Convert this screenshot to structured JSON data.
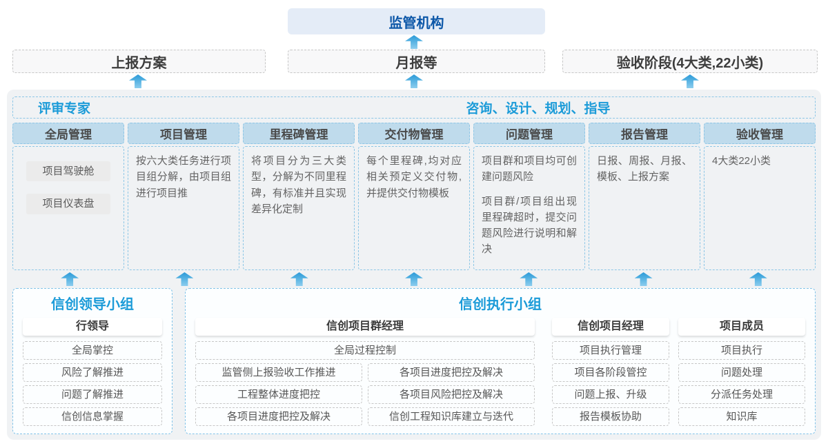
{
  "colors": {
    "accent_blue": "#1b9bd8",
    "dark_blue": "#0c57a8",
    "regulator_bg": "#e4ecf7",
    "column_header_bg": "#bfdbec",
    "blue_dash_border": "#8cc6e6",
    "gray_dash_border": "#c6c6c6",
    "main_panel_bg": "#f0f2f4",
    "arrow_blue": "#2b9ad8"
  },
  "icons": {
    "up_arrow": "up-arrow"
  },
  "top": {
    "regulator_label": "监管机构"
  },
  "reports": [
    "上报方案",
    "月报等",
    "验收阶段(4大类,22小类)"
  ],
  "middle": {
    "left_title": "评审专家",
    "right_title": "咨询、设计、规划、指导",
    "columns": [
      {
        "header": "全局管理",
        "chips": [
          "项目驾驶舱",
          "项目仪表盘"
        ]
      },
      {
        "header": "项目管理",
        "text": "按六大类任务进行项目组分解，由项目组进行项目推"
      },
      {
        "header": "里程碑管理",
        "text": "将项目分为三大类型，分解为不同里程碑，有标准并且实现差异化定制"
      },
      {
        "header": "交付物管理",
        "text": "每个里程碑,均对应相关预定义交付物,并提供交付物模板"
      },
      {
        "header": "问题管理",
        "paragraphs": [
          "项目群和项目均可创建问题风险",
          "项目群/项目组出现里程碑超时，提交问题风险进行说明和解决"
        ]
      },
      {
        "header": "报告管理",
        "text": "日报、周报、月报、模板、上报方案"
      },
      {
        "header": "验收管理",
        "text": "4大类22小类"
      }
    ]
  },
  "bottom": {
    "leader": {
      "title": "信创领导小组",
      "role": "行领导",
      "items": [
        "全局掌控",
        "风险了解推进",
        "问题了解推进",
        "信创信息掌握"
      ]
    },
    "exec": {
      "title": "信创执行小组",
      "pgm": {
        "role": "信创项目群经理",
        "full_item": "全局过程控制",
        "rows": [
          [
            "监管侧上报验收工作推进",
            "各项目进度把控及解决"
          ],
          [
            "工程整体进度把控",
            "各项目风险把控及解决"
          ],
          [
            "各项目进度把控及解决",
            "信创工程知识库建立与迭代"
          ]
        ]
      },
      "pm": {
        "role": "信创项目经理",
        "items": [
          "项目执行管理",
          "项目各阶段管控",
          "问题上报、升级",
          "报告模板协助"
        ]
      },
      "member": {
        "role": "项目成员",
        "items": [
          "项目执行",
          "问题处理",
          "分派任务处理",
          "知识库"
        ]
      }
    }
  }
}
